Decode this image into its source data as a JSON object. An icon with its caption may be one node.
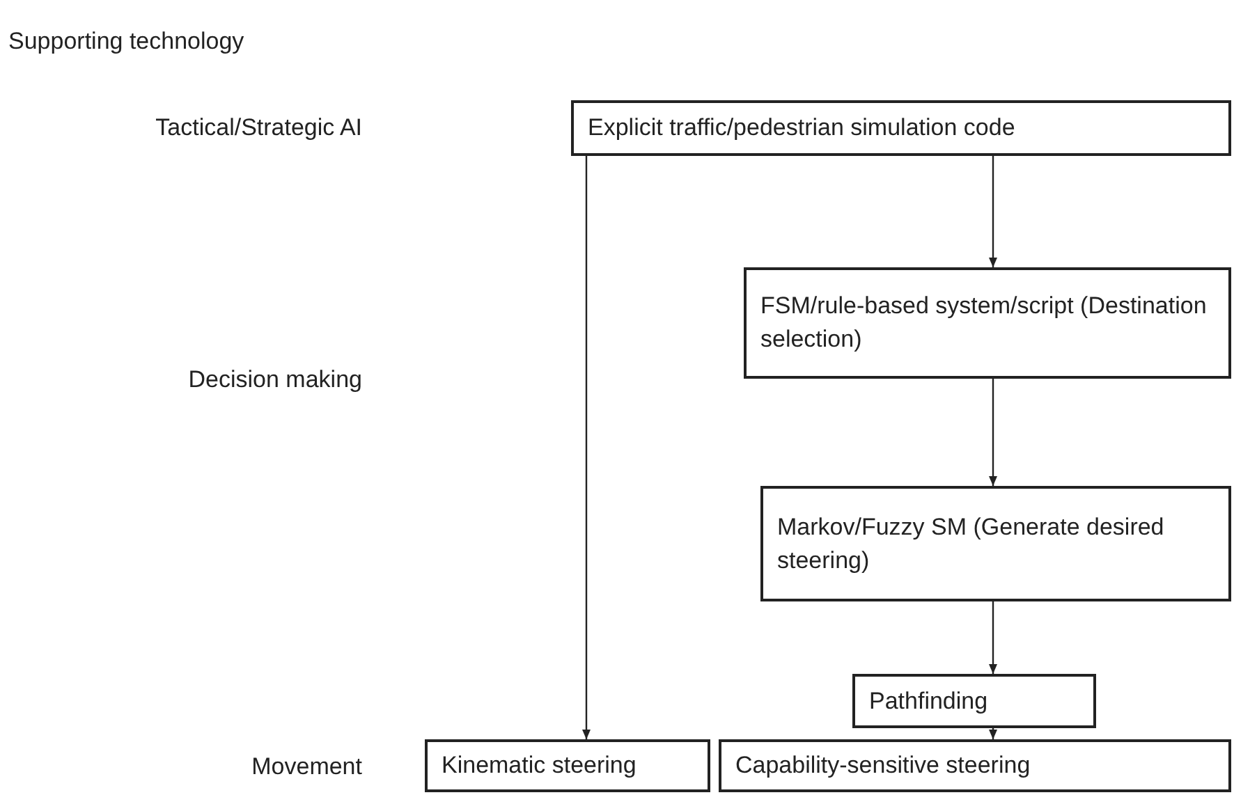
{
  "diagram": {
    "title": "Supporting technology",
    "nodes": [
      {
        "text": [
          "Explicit traffic/pedestrian simulation code"
        ]
      },
      {
        "text": [
          "FSM/rule-based system/script (Destination selection)"
        ]
      },
      {
        "text": [
          "Markov/Fuzzy SM (Generate desired steering)"
        ]
      },
      {
        "text": [
          "Pathfinding"
        ]
      },
      {
        "text": [
          "Kinematic steering"
        ]
      },
      {
        "text": [
          "Capability-sensitive steering"
        ]
      }
    ],
    "edges": [
      {
        "from": 0,
        "to": 4,
        "arrow": "to"
      },
      {
        "from": 0,
        "to": 1,
        "arrow": "to"
      },
      {
        "from": 1,
        "to": 2,
        "arrow": "to"
      },
      {
        "from": 2,
        "to": 3,
        "arrow": "to"
      },
      {
        "from": 3,
        "to": 5,
        "arrow": "to"
      }
    ],
    "labels": [
      "Tactical/Strategic AI",
      "Decision making",
      "Movement"
    ]
  }
}
